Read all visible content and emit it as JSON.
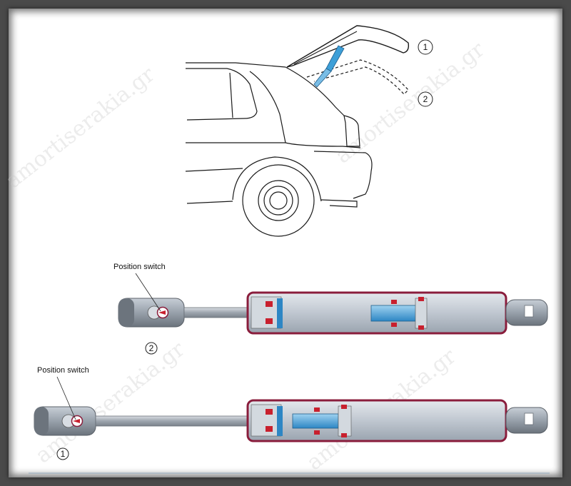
{
  "watermark": "amortiserakia.gr",
  "callouts": {
    "one": "1",
    "two": "2"
  },
  "labels": {
    "position_switch": "Position switch"
  },
  "colors": {
    "housing_outline": "#8a1d3c",
    "piston_blue": "#4aa0d6",
    "strut_blue": "#3d9fd8",
    "cylinder_grey": "#c9d0d8",
    "seal_red": "#c8202e",
    "footer_line": "#9fb2c4"
  }
}
